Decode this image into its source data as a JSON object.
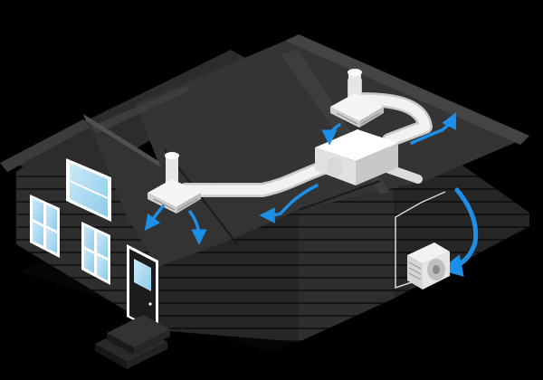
{
  "diagram": {
    "subject": "house-ducted-air-conditioning",
    "elements": [
      "roof-ceiling-vent-front",
      "roof-ceiling-vent-rear",
      "central-air-handler-unit",
      "main-supply-duct",
      "outdoor-condenser-unit",
      "refrigerant-line",
      "airflow-arrows",
      "windows",
      "front-door",
      "entry-steps"
    ],
    "colors": {
      "background": "#000000",
      "siding": "#2f2f2f",
      "siding_dark": "#1f1f1f",
      "siding_lines": "#121212",
      "roof_top": "#333333",
      "roof_edge": "#474747",
      "duct_white": "#f2f2f2",
      "duct_shade": "#c9c9c9",
      "airflow_blue": "#1e8fe6",
      "window_glass": "#a8d8f0",
      "window_frame": "#ffffff"
    }
  }
}
